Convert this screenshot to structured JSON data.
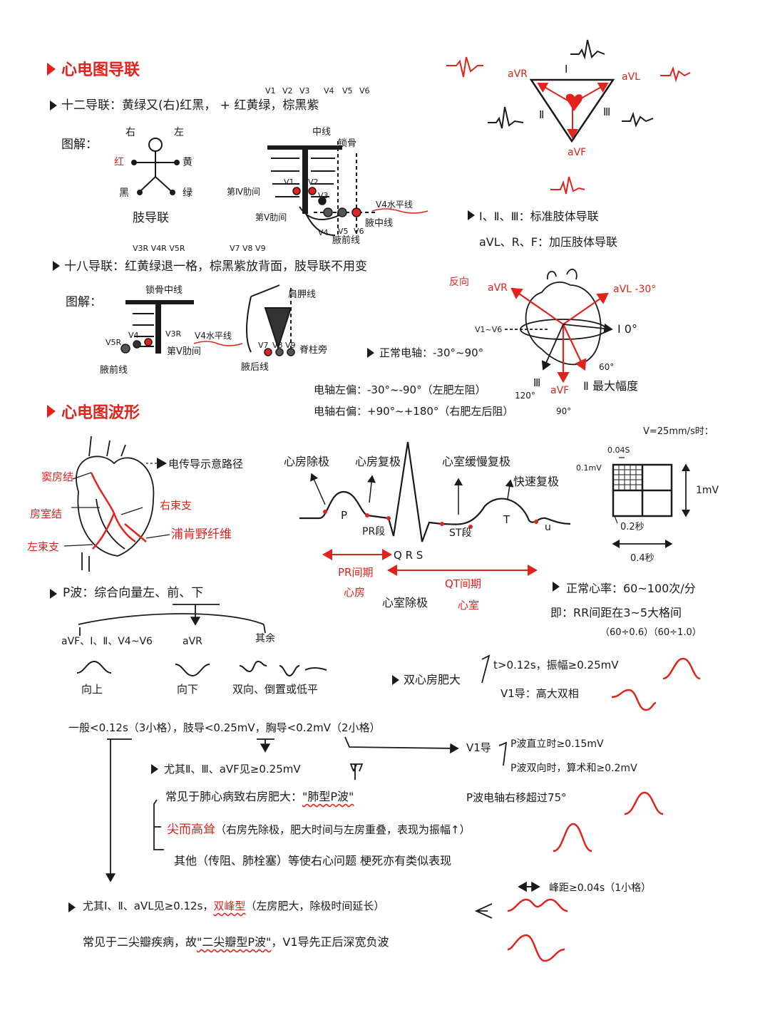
{
  "colors": {
    "ink": "#1a1a1a",
    "accent": "#e0231c",
    "paper": "#ffffff"
  },
  "icons": [
    "bullet-triangle-icon",
    "stick-figure-icon",
    "heart-icon",
    "ecg-wave-icon",
    "grid-icon",
    "arrow-icon"
  ],
  "leads": {
    "title": "心电图导联",
    "twelve": "十二导联：黄绿又(右)红黑， + 红黄绿，棕黑紫",
    "v_heads": [
      "V1",
      "V2",
      "V3",
      "V4",
      "V5",
      "V6"
    ],
    "diagram_label": "图解：",
    "right": "右",
    "left": "左",
    "red": "红",
    "yellow": "黄",
    "black": "黑",
    "green": "绿",
    "limb_leads": "肢导联",
    "midline": "中线",
    "clavicle": "锁骨",
    "fourth_ics": "第Ⅳ肋间",
    "fifth_ics": "第Ⅴ肋间",
    "v4_line": "V4水平线",
    "mid_axillary": "腋中线",
    "ant_axillary": "腋前线",
    "chest_v": [
      "V1",
      "V2",
      "V3",
      "V4",
      "V5",
      "V6"
    ],
    "eighteen_heads": "V3R V4R V5R",
    "eighteen_heads_right": "V7 V8 V9",
    "eighteen": "十八导联：红黄绿退一格，棕黑紫放背面，肢导联不用变",
    "diagram_label_2": "图解：",
    "mid_clavicle": "锁骨中线",
    "scapula_line": "肩胛线",
    "v5r": "V5R",
    "v4r": "V4",
    "v3r": "V3R",
    "v4_line_2": "V4水平线",
    "fifth_ics_2": "第Ⅴ肋间",
    "paravertebral": "脊柱旁",
    "ant_axillary_2": "腋前线",
    "post_axillary": "腋后线",
    "v789": [
      "V7",
      "V8",
      "V9"
    ]
  },
  "triangle": {
    "avr": "aVR",
    "avl": "aVL",
    "avf": "aVF",
    "i": "Ⅰ",
    "ii": "Ⅱ",
    "iii": "Ⅲ",
    "note1": "Ⅰ、Ⅱ、Ⅲ：标准肢体导联",
    "note2": "aVL、R、F：加压肢体导联"
  },
  "axis": {
    "reverse": "反向",
    "avr": "aVR",
    "avl": "aVL -30°",
    "v1v6": "V1~V6",
    "i0": "Ⅰ 0°",
    "deg60": "60°",
    "iii": "Ⅲ",
    "avf": "aVF",
    "ii_max": "Ⅱ 最大幅度",
    "deg120": "120°",
    "deg90": "90°",
    "normal": "正常电轴：-30°~90°",
    "left_dev": "电轴左偏：-30°~-90°（左肥左阻）",
    "right_dev": "电轴右偏：+90°~+180°（右肥左后阻）"
  },
  "waves": {
    "title": "心电图波形",
    "conduction": "电传导示意路径",
    "sa_node": "窦房结",
    "av_node": "房室结",
    "right_bundle": "右束支",
    "left_bundle": "左束支",
    "purkinje": "浦肯野纤维",
    "atrial_depol": "心房除极",
    "atrial_repol": "心房复极",
    "ventricular_slow": "心室缓慢复极",
    "ventricular_fast": "快速复极",
    "p": "P",
    "pr_seg": "PR段",
    "st_seg": "ST段",
    "t": "T",
    "u": "u",
    "qrs": "Q R S",
    "pr_interval": "PR间期",
    "atrium": "心房",
    "qt_interval": "QT间期",
    "ventricle": "心室",
    "ventricular_depol": "心室除极",
    "speed": "V=25mm/s时：",
    "s004": "0.04S",
    "mv01": "0.1mV",
    "mv1": "1mV",
    "s02": "0.2秒",
    "s04": "0.4秒",
    "hr": "正常心率：60~100次/分",
    "rr": "即：RR间距在3~5大格间",
    "rr_calc": "（60÷0.6）（60÷1.0）"
  },
  "pwave": {
    "title": "P波：综合向量左、前、下",
    "lead_up": "aVF、Ⅰ、Ⅱ、V4~V6",
    "lead_down": "aVR",
    "lead_other": "其余",
    "up": "向上",
    "down": "向下",
    "other": "双向、倒置或低平",
    "biatrial": "双心房肥大",
    "bi1": "t>0.12s，振幅≥0.25mV",
    "bi2": "V1导：高大双相",
    "normal": "一般<0.12s（3小格），肢导<0.25mV，胸导<0.2mV（2小格）",
    "v1": "V1导",
    "v1_a": "P波直立时≥0.15mV",
    "v1_b": "P波双向时，算术和≥0.2mV",
    "pul1": "尤其Ⅱ、Ⅲ、aVF见≥0.25mV",
    "pul2": "常见于肺心病致右房肥大：",
    "pul2b": "\"肺型P波\"",
    "axis_right": "P波电轴右移超过75°",
    "pul3a": "尖而高耸",
    "pul3b": "（右房先除极，肥大时间与左房重叠，表现为振幅↑）",
    "pul4": "其他（传阻、肺栓塞）等使右心问题 梗死亦有类似表现",
    "mit1": "尤其Ⅰ、Ⅱ、aVL见≥0.12s，",
    "mit1b": "双峰型",
    "mit1c": "（左房肥大，除极时间延长）",
    "mit2": "常见于二尖瓣疾病，故",
    "mit2b": "\"二尖瓣型P波\"",
    "mit2c": "，V1导先正后深宽负波",
    "peak": "峰距≥0.04s（1小格）"
  }
}
